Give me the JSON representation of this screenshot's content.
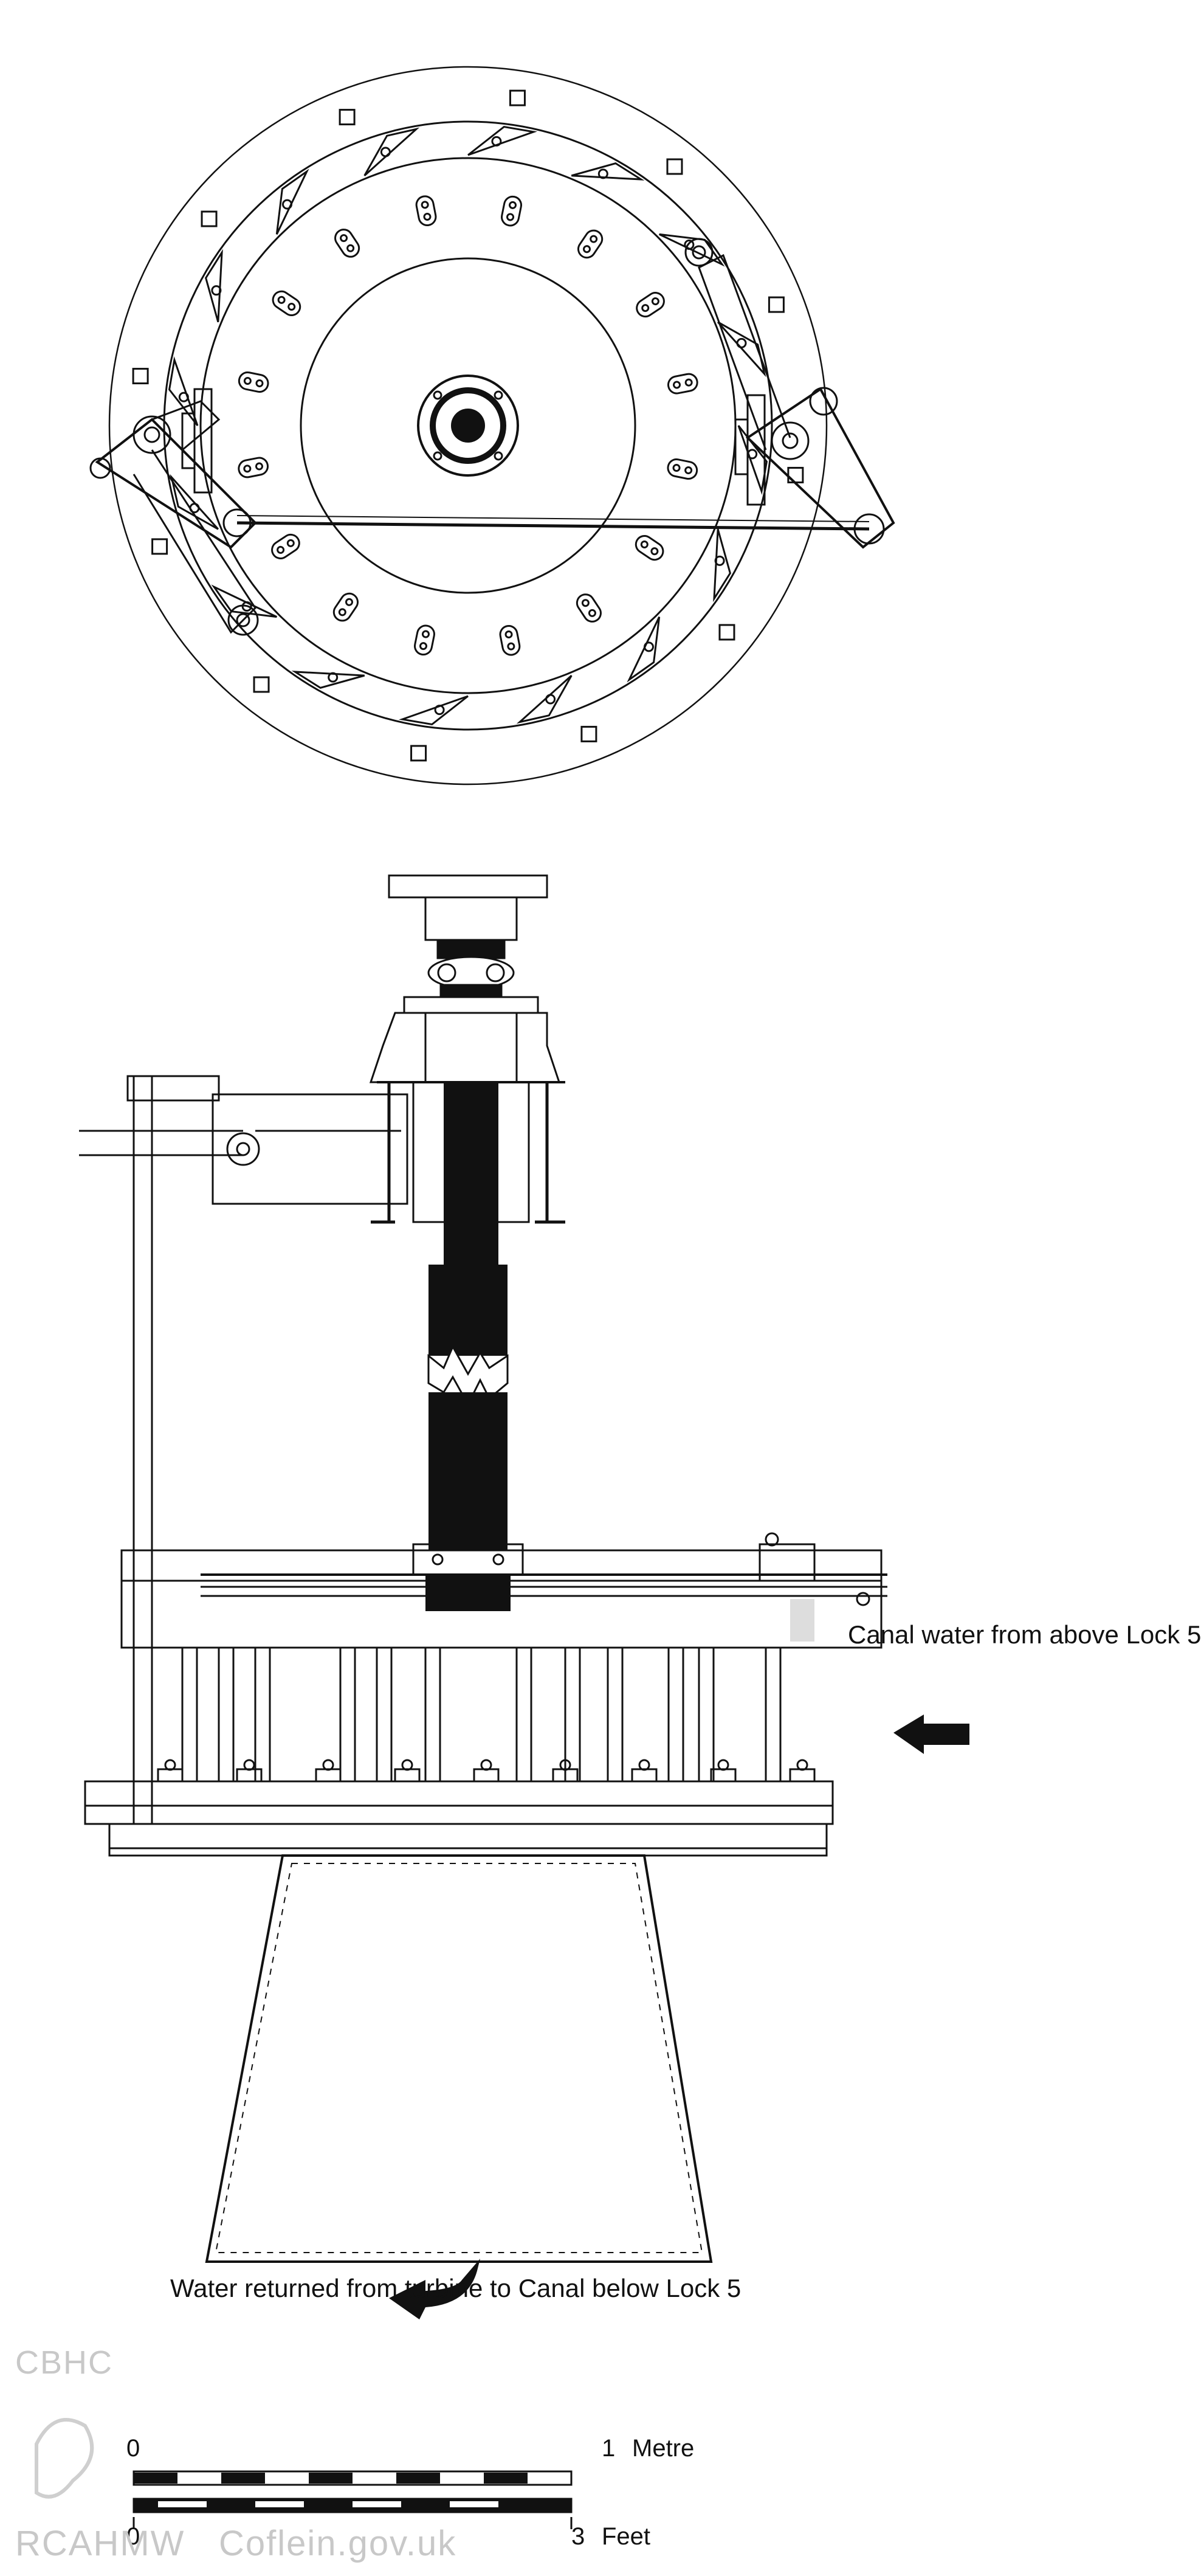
{
  "labels": {
    "canal_water": [
      "Canal water",
      "from above Lock 5"
    ],
    "water_returned": [
      "Water returned",
      "from turbine to",
      "Canal below Lock 5"
    ]
  },
  "scale": {
    "metric_zero": "0",
    "metric_end": "1",
    "metric_unit": "Metre",
    "imperial_zero": "0",
    "imperial_end": "3",
    "imperial_unit": "Feet"
  },
  "watermark": {
    "top": "CBHC",
    "bottom": "RCAHMW",
    "site": "Coflein.gov.uk"
  },
  "colors": {
    "ink": "#111111",
    "watermark": "#c8c8c8"
  }
}
